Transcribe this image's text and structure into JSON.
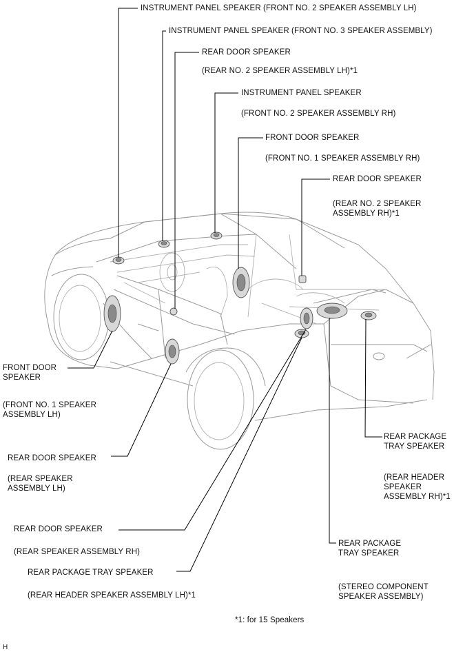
{
  "labels": {
    "ip_lh": "INSTRUMENT PANEL SPEAKER (FRONT NO. 2 SPEAKER ASSEMBLY LH)",
    "ip_center": "INSTRUMENT PANEL SPEAKER (FRONT NO. 3 SPEAKER ASSEMBLY)",
    "rear_door_lh_top_1": "REAR DOOR SPEAKER",
    "rear_door_lh_top_2": "(REAR NO. 2 SPEAKER ASSEMBLY LH)*1",
    "ip_rh_1": "INSTRUMENT PANEL SPEAKER",
    "ip_rh_2": "(FRONT NO. 2 SPEAKER ASSEMBLY RH)",
    "front_door_rh_1": "FRONT DOOR SPEAKER",
    "front_door_rh_2": "(FRONT NO. 1 SPEAKER ASSEMBLY RH)",
    "rear_door_rh_top_1": "REAR DOOR SPEAKER",
    "rear_door_rh_top_2": "(REAR NO. 2 SPEAKER\nASSEMBLY RH)*1",
    "front_door_lh_1": "FRONT DOOR\nSPEAKER",
    "front_door_lh_2": "(FRONT NO. 1 SPEAKER\nASSEMBLY LH)",
    "rear_door_lh_1": "REAR DOOR SPEAKER",
    "rear_door_lh_2": "(REAR SPEAKER\nASSEMBLY LH)",
    "rear_door_rh_1": "REAR DOOR SPEAKER",
    "rear_door_rh_2": "(REAR SPEAKER ASSEMBLY RH)",
    "rear_tray_lh_1": "REAR PACKAGE TRAY SPEAKER",
    "rear_tray_lh_2": "(REAR HEADER SPEAKER ASSEMBLY LH)*1",
    "rear_tray_rh_1": "REAR PACKAGE\nTRAY SPEAKER",
    "rear_tray_rh_2": "(REAR HEADER\nSPEAKER\nASSEMBLY RH)*1",
    "rear_tray_center_1": "REAR PACKAGE\nTRAY SPEAKER",
    "rear_tray_center_2": "(STEREO COMPONENT\nSPEAKER ASSEMBLY)",
    "footnote": "*1: for 15 Speakers",
    "corner_mark": "H"
  }
}
